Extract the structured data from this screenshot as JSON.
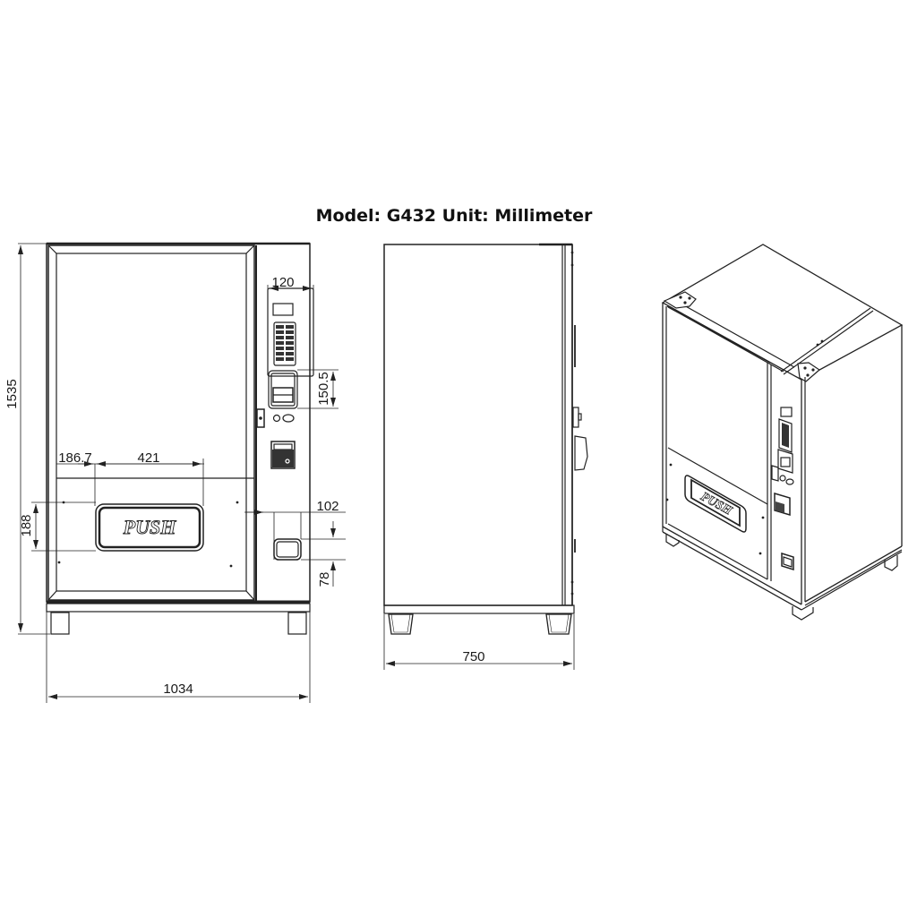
{
  "title": "Model: G432  Unit: Millimeter",
  "front_view": {
    "dimensions": {
      "height": "1535",
      "width": "1034",
      "panel_width": "120",
      "coin_slot_height": "150.5",
      "push_offset_left": "186.7",
      "push_width": "421",
      "push_height": "188",
      "return_width": "102",
      "return_height": "78"
    },
    "push_label": "PUSH"
  },
  "side_view": {
    "dimensions": {
      "depth": "750"
    }
  },
  "iso_view": {
    "push_label": "PUSH"
  }
}
